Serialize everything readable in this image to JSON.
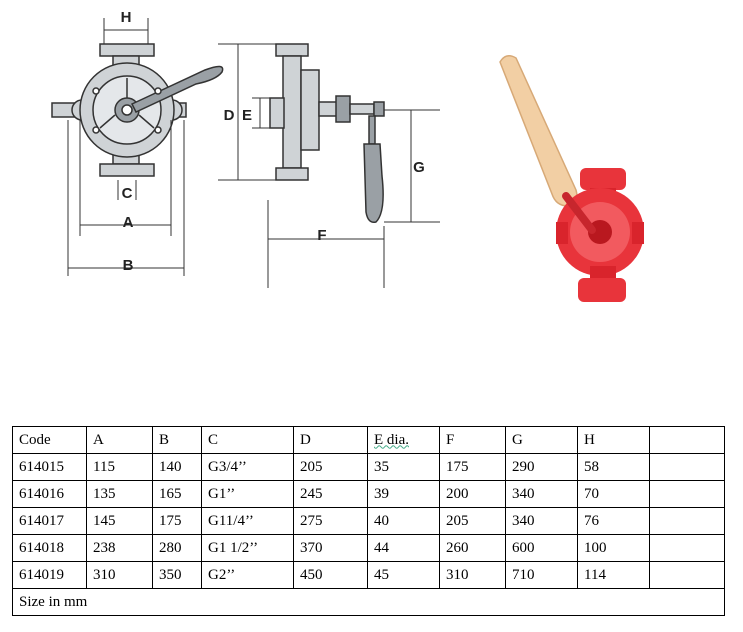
{
  "drawing": {
    "labels": {
      "h": "H",
      "c": "C",
      "a": "A",
      "b": "B",
      "d": "D",
      "e": "E",
      "f": "F",
      "g": "G"
    }
  },
  "table": {
    "headers": [
      "Code",
      "A",
      "B",
      "C",
      "D",
      "E dia.",
      "F",
      "G",
      "H",
      ""
    ],
    "rows": [
      [
        "614015",
        "115",
        "140",
        "G3/4’’",
        "205",
        "35",
        "175",
        "290",
        "58",
        ""
      ],
      [
        "614016",
        "135",
        "165",
        "G1’’",
        "245",
        "39",
        "200",
        "340",
        "70",
        ""
      ],
      [
        "614017",
        "145",
        "175",
        "G11/4’’",
        "275",
        "40",
        "205",
        "340",
        "76",
        ""
      ],
      [
        "614018",
        "238",
        "280",
        "G1 1/2’’",
        "370",
        "44",
        "260",
        "600",
        "100",
        ""
      ],
      [
        "614019",
        "310",
        "350",
        "G2’’",
        "450",
        "45",
        "310",
        "710",
        "114",
        ""
      ]
    ],
    "footer": "Size in mm"
  },
  "colors": {
    "pump_red": "#e8343b",
    "handle_wood": "#f2cfa4",
    "drawing_fill": "#cfd3d6",
    "drawing_stroke": "#333333"
  },
  "icons": {
    "front_view": "pump-front-view-drawing",
    "side_view": "pump-side-view-drawing",
    "photo": "red-hand-pump-photo"
  }
}
